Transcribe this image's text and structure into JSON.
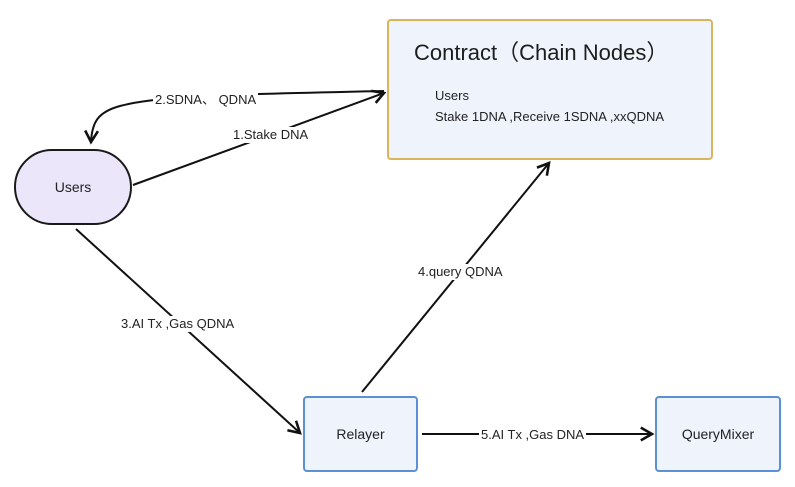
{
  "nodes": {
    "users": {
      "label": "Users"
    },
    "contract": {
      "title": "Contract（Chain Nodes）",
      "line1": "Users",
      "line2": "Stake 1DNA ,Receive 1SDNA ,xxQDNA"
    },
    "relayer": {
      "label": "Relayer"
    },
    "querymixer": {
      "label": "QueryMixer"
    }
  },
  "edges": {
    "stake": "1.Stake DNA",
    "sdna": "2.SDNA、 QDNA",
    "ai_tx_gas_qdna": "3.AI Tx ,Gas QDNA",
    "query": "4.query QDNA",
    "ai_tx_gas_dna": "5.AI Tx ,Gas DNA"
  },
  "colors": {
    "users_fill": "#ece6fb",
    "contract_fill": "#eef3fc",
    "contract_border": "#d8b45a",
    "box_border": "#5b8fd6",
    "edge": "#111111"
  }
}
